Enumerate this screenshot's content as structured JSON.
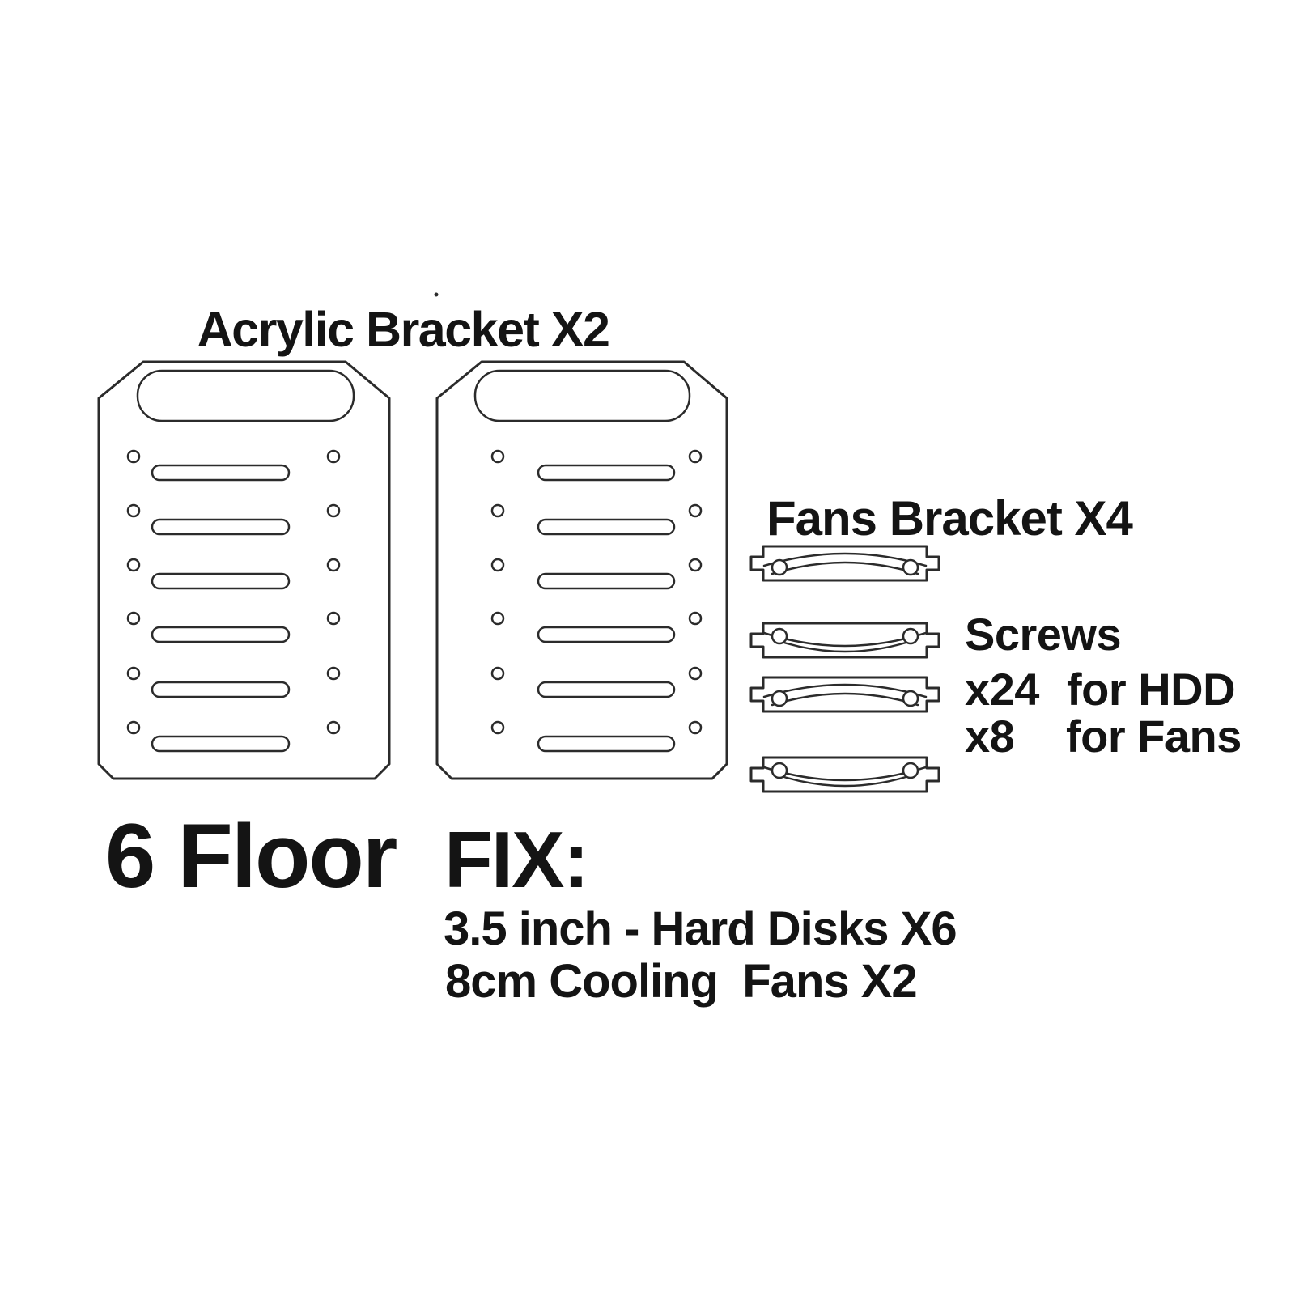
{
  "colors": {
    "background": "#ffffff",
    "line": "#2b2b2b",
    "text": "#141414"
  },
  "acrylic_bracket": {
    "label": "Acrylic Bracket X2"
  },
  "fans_bracket": {
    "label": "Fans Bracket X4"
  },
  "screws": {
    "label": "Screws",
    "hdd_qty": "x24",
    "hdd_for": "for HDD",
    "fans_qty": "x8",
    "fans_for": "for Fans"
  },
  "fix": {
    "floors": "6 Floor",
    "label": "FIX:",
    "hdd_line": "3.5 inch - Hard Disks X6",
    "fans_line": "8cm Cooling  Fans X2"
  }
}
